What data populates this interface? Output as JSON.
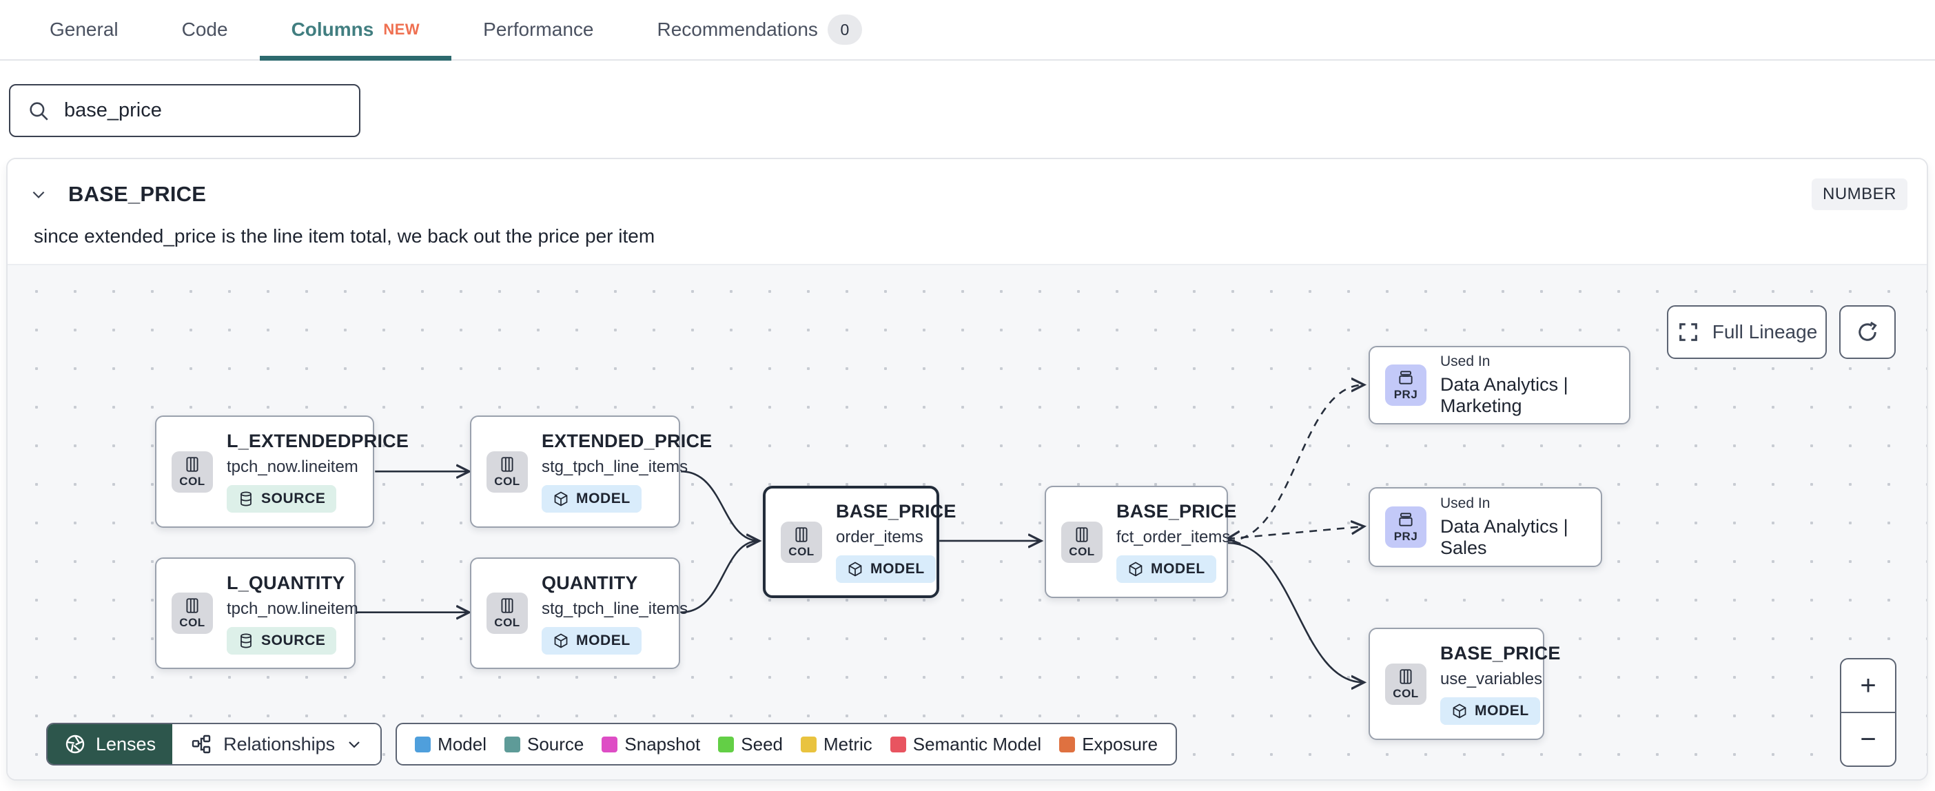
{
  "tabs": {
    "items": [
      {
        "label": "General"
      },
      {
        "label": "Code"
      },
      {
        "label": "Columns",
        "badge": "NEW"
      },
      {
        "label": "Performance"
      },
      {
        "label": "Recommendations",
        "count": "0"
      }
    ]
  },
  "search": {
    "value": "base_price"
  },
  "column_panel": {
    "title": "BASE_PRICE",
    "type_badge": "NUMBER",
    "description": "since extended_price is the line item total, we back out the price per item"
  },
  "lineage": {
    "full_lineage_label": "Full Lineage",
    "zoom_in": "+",
    "zoom_out": "−",
    "nodes": [
      {
        "chip": "COL",
        "title": "L_EXTENDEDPRICE",
        "subtitle": "tpch_now.lineitem",
        "badge": "SOURCE"
      },
      {
        "chip": "COL",
        "title": "EXTENDED_PRICE",
        "subtitle": "stg_tpch_line_items",
        "badge": "MODEL"
      },
      {
        "chip": "COL",
        "title": "L_QUANTITY",
        "subtitle": "tpch_now.lineitem",
        "badge": "SOURCE"
      },
      {
        "chip": "COL",
        "title": "QUANTITY",
        "subtitle": "stg_tpch_line_items",
        "badge": "MODEL"
      },
      {
        "chip": "COL",
        "title": "BASE_PRICE",
        "subtitle": "order_items",
        "badge": "MODEL",
        "selected": true
      },
      {
        "chip": "COL",
        "title": "BASE_PRICE",
        "subtitle": "fct_order_items",
        "badge": "MODEL"
      },
      {
        "chip": "PRJ",
        "eyebrow": "Used In",
        "title": "Data Analytics | Marketing"
      },
      {
        "chip": "PRJ",
        "eyebrow": "Used In",
        "title": "Data Analytics | Sales"
      },
      {
        "chip": "COL",
        "title": "BASE_PRICE",
        "subtitle": "use_variables",
        "badge": "MODEL"
      }
    ],
    "footer": {
      "lenses": "Lenses",
      "relationships": "Relationships"
    },
    "legend": [
      {
        "label": "Model",
        "color": "#4f9fdc"
      },
      {
        "label": "Source",
        "color": "#5e9b98"
      },
      {
        "label": "Snapshot",
        "color": "#de4dc5"
      },
      {
        "label": "Seed",
        "color": "#63cf46"
      },
      {
        "label": "Metric",
        "color": "#e9c33f"
      },
      {
        "label": "Semantic Model",
        "color": "#e85460"
      },
      {
        "label": "Exposure",
        "color": "#df7140"
      }
    ]
  },
  "colors": {
    "active_tab": "#417e80",
    "tab_underline": "#2d6a6e",
    "new_badge": "#ef7051",
    "lenses_bg": "#2d564c",
    "selected_node_border": "#222c3a"
  }
}
